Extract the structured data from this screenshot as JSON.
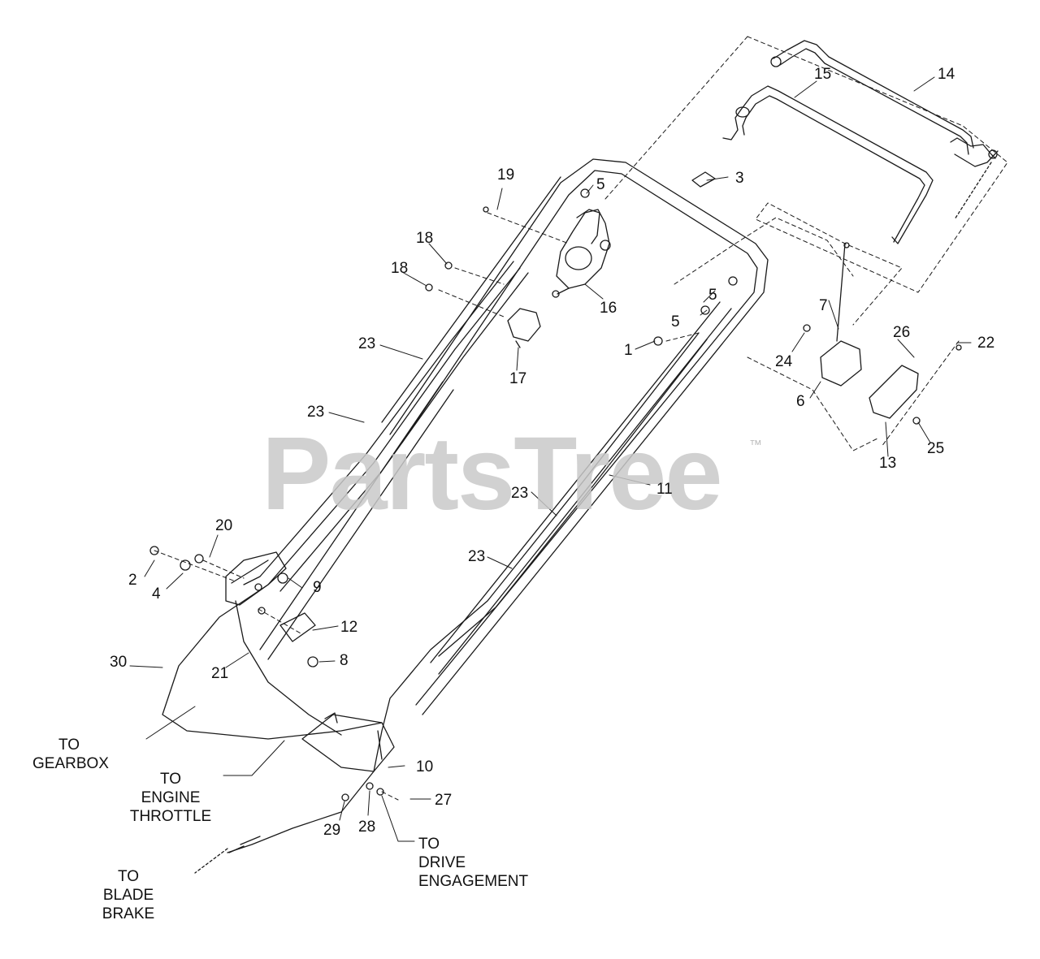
{
  "watermark": {
    "text": "PartsTree",
    "trademark": "™"
  },
  "callouts": {
    "c1": "1",
    "c2": "2",
    "c3": "3",
    "c4": "4",
    "c5a": "5",
    "c5b": "5",
    "c5c": "5",
    "c6": "6",
    "c7": "7",
    "c8": "8",
    "c9": "9",
    "c10": "10",
    "c11": "11",
    "c12": "12",
    "c13": "13",
    "c14": "14",
    "c15": "15",
    "c16": "16",
    "c17": "17",
    "c18a": "18",
    "c18b": "18",
    "c19": "19",
    "c20": "20",
    "c21": "21",
    "c22": "22",
    "c23a": "23",
    "c23b": "23",
    "c23c": "23",
    "c23d": "23",
    "c24": "24",
    "c25": "25",
    "c26": "26",
    "c27": "27",
    "c28": "28",
    "c29": "29",
    "c30": "30"
  },
  "destinations": {
    "gearbox": [
      "TO",
      "GEARBOX"
    ],
    "throttle": [
      "TO",
      "ENGINE",
      "THROTTLE"
    ],
    "drive": [
      "TO",
      "DRIVE",
      "ENGAGEMENT"
    ],
    "blade": [
      "TO",
      "BLADE",
      "BRAKE"
    ]
  }
}
